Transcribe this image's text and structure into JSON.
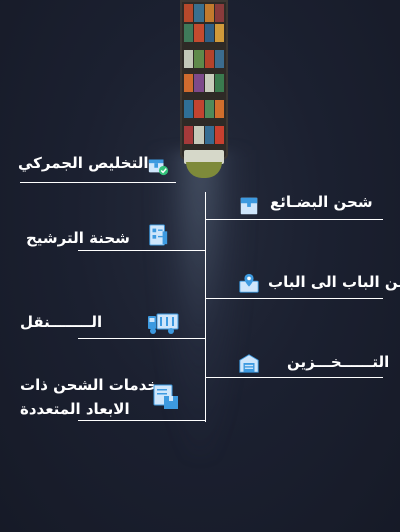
{
  "services": {
    "customs_clearance": "التخليص الجمركي",
    "sea_freight": "شحن البضـائع",
    "consolidated_shipment": "شحنة الترشيح",
    "door_to_door": "من الباب الى الباب",
    "transport": "الــــــــنقل",
    "storage": "التــــــخـــزين",
    "multimodal_line1": "خدمات الشحن ذات",
    "multimodal_line2": "الابعاد المتعددة"
  },
  "icons": {
    "customs_clearance": "customs-box-check-icon",
    "sea_freight": "package-box-icon",
    "consolidated_shipment": "clipboard-list-icon",
    "door_to_door": "map-pin-icon",
    "transport": "truck-icon",
    "storage": "warehouse-icon",
    "multimodal": "document-box-icon"
  },
  "colors": {
    "background": "#1b2030",
    "line": "#ffffff",
    "icon_blue": "#3d9ae0",
    "icon_light": "#cfe6fb",
    "check_green": "#33c27a"
  }
}
